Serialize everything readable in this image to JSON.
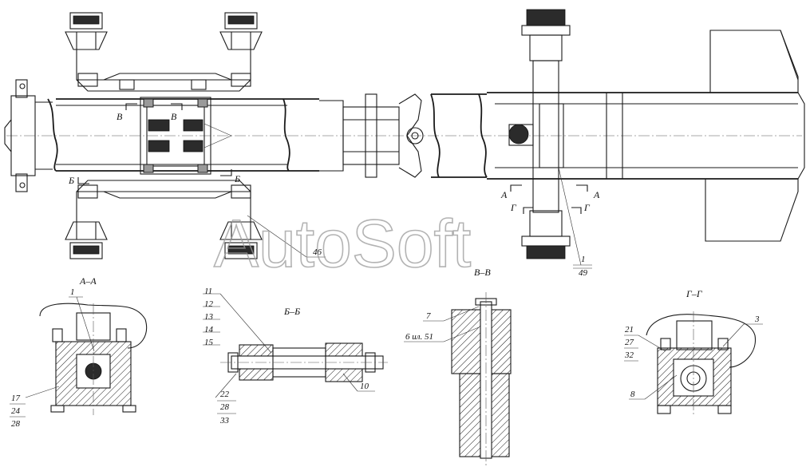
{
  "watermark": "AutoSoft",
  "sections": {
    "aa": "А–А",
    "bb": "Б–Б",
    "vv": "В–В",
    "gg": "Г–Г"
  },
  "cut_marks": {
    "v": "В",
    "b": "Б",
    "a": "А",
    "g": "Г"
  },
  "callouts": {
    "c1": "1",
    "c3": "3",
    "c6": "6 ил. 51",
    "c7": "7",
    "c8": "8",
    "c10": "10",
    "c11": "11",
    "c12": "12",
    "c13": "13",
    "c14": "14",
    "c15": "15",
    "c17": "17",
    "c21": "21",
    "c22": "22",
    "c24": "24",
    "c27": "27",
    "c28": "28",
    "c32": "32",
    "c33": "33",
    "c46": "46",
    "c49": "49"
  },
  "colors": {
    "line": "#1a1a1a",
    "hatch": "#1a1a1a",
    "watermark": "#9a9a9a",
    "background": "#ffffff"
  }
}
